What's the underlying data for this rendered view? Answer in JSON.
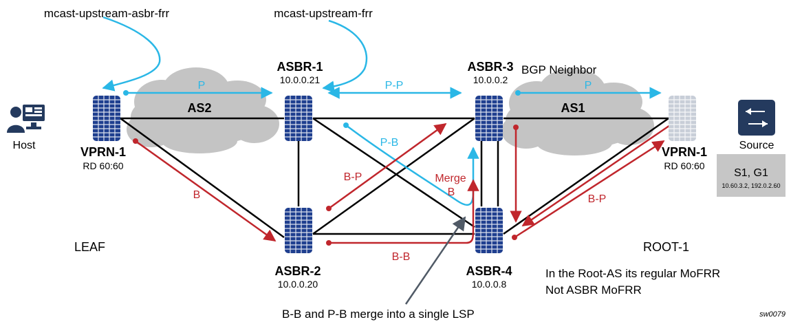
{
  "labels": {
    "mcast_upstream_asbr_frr": "mcast-upstream-asbr-frr",
    "mcast_upstream_frr": "mcast-upstream-frr",
    "asbr1_name": "ASBR-1",
    "asbr1_ip": "10.0.0.21",
    "asbr3_name": "ASBR-3",
    "asbr3_ip": "10.0.0.2",
    "bgp_neighbor": "BGP Neighbor",
    "asbr2_name": "ASBR-2",
    "asbr2_ip": "10.0.0.20",
    "asbr4_name": "ASBR-4",
    "asbr4_ip": "10.0.0.8",
    "vprn1_left_name": "VPRN-1",
    "vprn1_left_rd": "RD 60:60",
    "vprn1_right_name": "VPRN-1",
    "vprn1_right_rd": "RD 60:60",
    "host": "Host",
    "source": "Source",
    "sg_title": "S1, G1",
    "sg_addresses": "10.60.3.2, 192.0.2.60",
    "as2": "AS2",
    "as1": "AS1",
    "leaf": "LEAF",
    "root1": "ROOT-1",
    "link_p_left": "P",
    "link_pp": "P-P",
    "link_p_right": "P",
    "link_pb": "P-B",
    "link_bp_mid": "B-P",
    "link_merge": "Merge",
    "link_merge_b": "B",
    "link_b": "B",
    "link_bb": "B-B",
    "link_bp_right": "B-P",
    "note_line1": "In the Root-AS its regular MoFRR",
    "note_line2": "Not ASBR MoFRR",
    "merge_note": "B-B and P-B merge into a single LSP",
    "figure_id": "sw0079"
  },
  "colors": {
    "router_blue": "#1f3f8f",
    "router_light": "#c8ced8",
    "cloud": "#c4c4c4",
    "primary_cyan": "#2ab7e6",
    "backup_red": "#c0262c",
    "link_black": "#000000",
    "source_box": "#243a5e",
    "sg_box": "#c6c6c6",
    "merge_arrow": "#505a66"
  },
  "icons": {
    "host": "host-computer-icon",
    "source": "source-server-icon",
    "router": "router-icon"
  }
}
